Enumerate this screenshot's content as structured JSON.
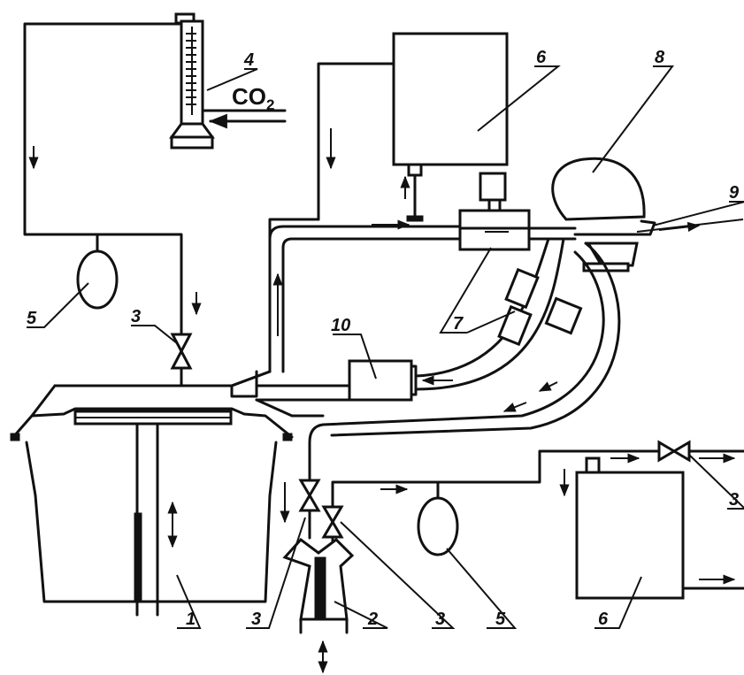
{
  "diagram": {
    "gas_label": {
      "main": "CO",
      "sub": "2"
    },
    "callouts": {
      "c1": "1",
      "c2": "2",
      "c3_top": "3",
      "c3_bottom_left": "3",
      "c3_bottom_mid": "3",
      "c3_right": "3",
      "c4": "4",
      "c5_left": "5",
      "c5_bottom": "5",
      "c6_top": "6",
      "c6_bottom": "6",
      "c7": "7",
      "c8": "8",
      "c9": "9",
      "c10": "10"
    }
  }
}
